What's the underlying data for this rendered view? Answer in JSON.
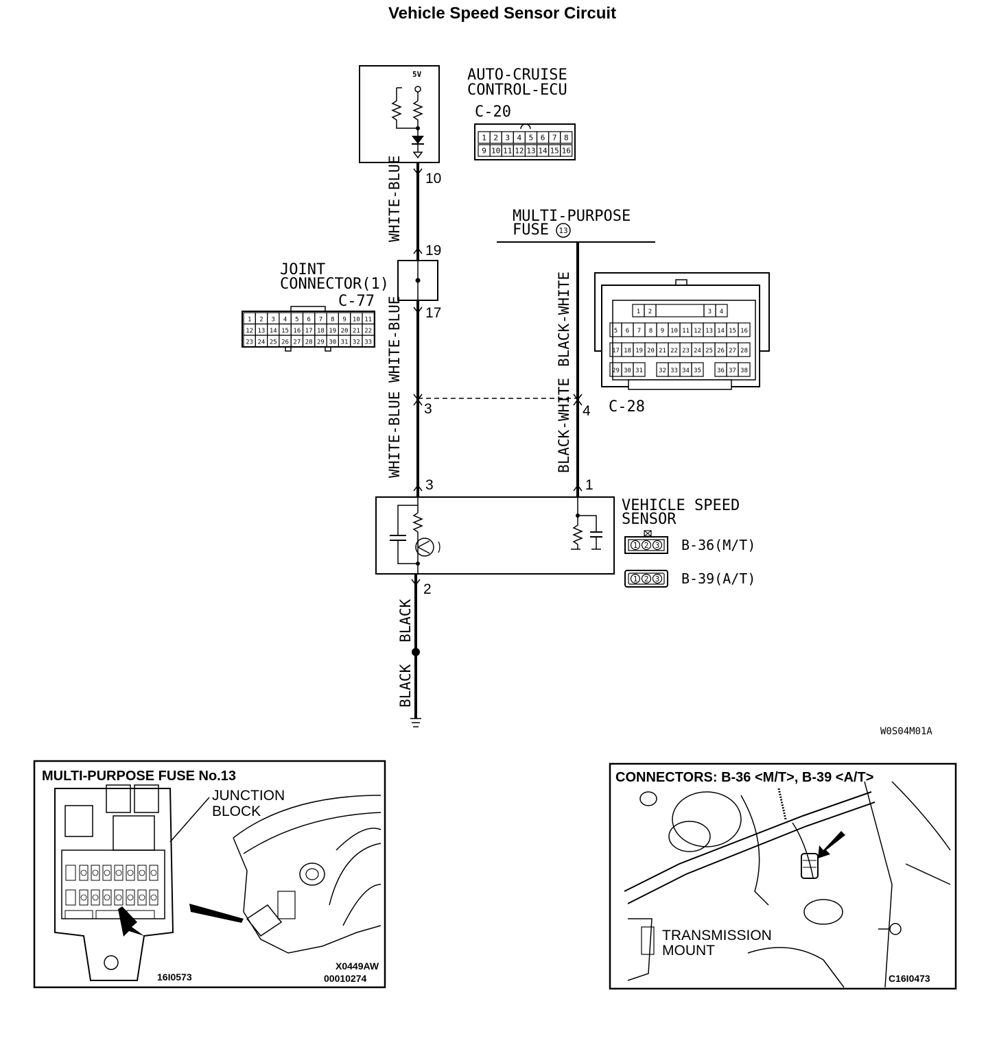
{
  "title": "Vehicle Speed Sensor Circuit",
  "ecu": {
    "name_line1": "AUTO-CRUISE",
    "name_line2": "CONTROL-ECU",
    "connector": "C-20",
    "supply": "5V",
    "pins_row1": [
      "1",
      "2",
      "3",
      "4",
      "5",
      "6",
      "7",
      "8"
    ],
    "pins_row2": [
      "9",
      "10",
      "11",
      "12",
      "13",
      "14",
      "15",
      "16"
    ]
  },
  "fuse": {
    "line1": "MULTI-PURPOSE",
    "line2": "FUSE",
    "number": "13"
  },
  "joint_connector": {
    "line1": "JOINT",
    "line2": "CONNECTOR(1)",
    "connector": "C-77",
    "pins_row1": [
      "1",
      "2",
      "3",
      "4",
      "5",
      "6",
      "7",
      "8",
      "9",
      "10",
      "11"
    ],
    "pins_row2": [
      "12",
      "13",
      "14",
      "15",
      "16",
      "17",
      "18",
      "19",
      "20",
      "21",
      "22"
    ],
    "pins_row3": [
      "23",
      "24",
      "25",
      "26",
      "27",
      "28",
      "29",
      "30",
      "31",
      "32",
      "33"
    ]
  },
  "c28": {
    "connector": "C-28",
    "pins_top": [
      "1",
      "2",
      "3",
      "4"
    ],
    "pins_row2": [
      "5",
      "6",
      "7",
      "8",
      "9",
      "10",
      "11",
      "12",
      "13",
      "14",
      "15",
      "16"
    ],
    "pins_row3": [
      "17",
      "18",
      "19",
      "20",
      "21",
      "22",
      "23",
      "24",
      "25",
      "26",
      "27",
      "28"
    ],
    "pins_row4": [
      "29",
      "30",
      "31",
      "32",
      "33",
      "34",
      "35",
      "36",
      "37",
      "38"
    ]
  },
  "sensor": {
    "line1": "VEHICLE SPEED",
    "line2": "SENSOR",
    "conn_mt": "B-36(M/T)",
    "conn_at": "B-39(A/T)",
    "pins": [
      "1",
      "2",
      "3"
    ]
  },
  "wires": {
    "white_blue": "WHITE-BLUE",
    "black_white": "BLACK-WHITE",
    "black_white_hyphen": "BLACK-WHITE",
    "black": "BLACK"
  },
  "pin_numbers": {
    "ecu_pin": "10",
    "jc_in": "19",
    "jc_out": "17",
    "c28_left": "3",
    "c28_right": "4",
    "sensor_left": "3",
    "sensor_right": "1",
    "sensor_ground": "2"
  },
  "diagram_code": "W0S04M01A",
  "panel_left": {
    "title": "MULTI-PURPOSE FUSE No.13",
    "label_line1": "JUNCTION",
    "label_line2": "BLOCK",
    "code1": "16I0573",
    "code2": "X0449AW",
    "code3": "00010274"
  },
  "panel_right": {
    "title": "CONNECTORS: B-36 <M/T>, B-39 <A/T>",
    "label_line1": "TRANSMISSION",
    "label_line2": "MOUNT",
    "code": "C16I0473"
  }
}
